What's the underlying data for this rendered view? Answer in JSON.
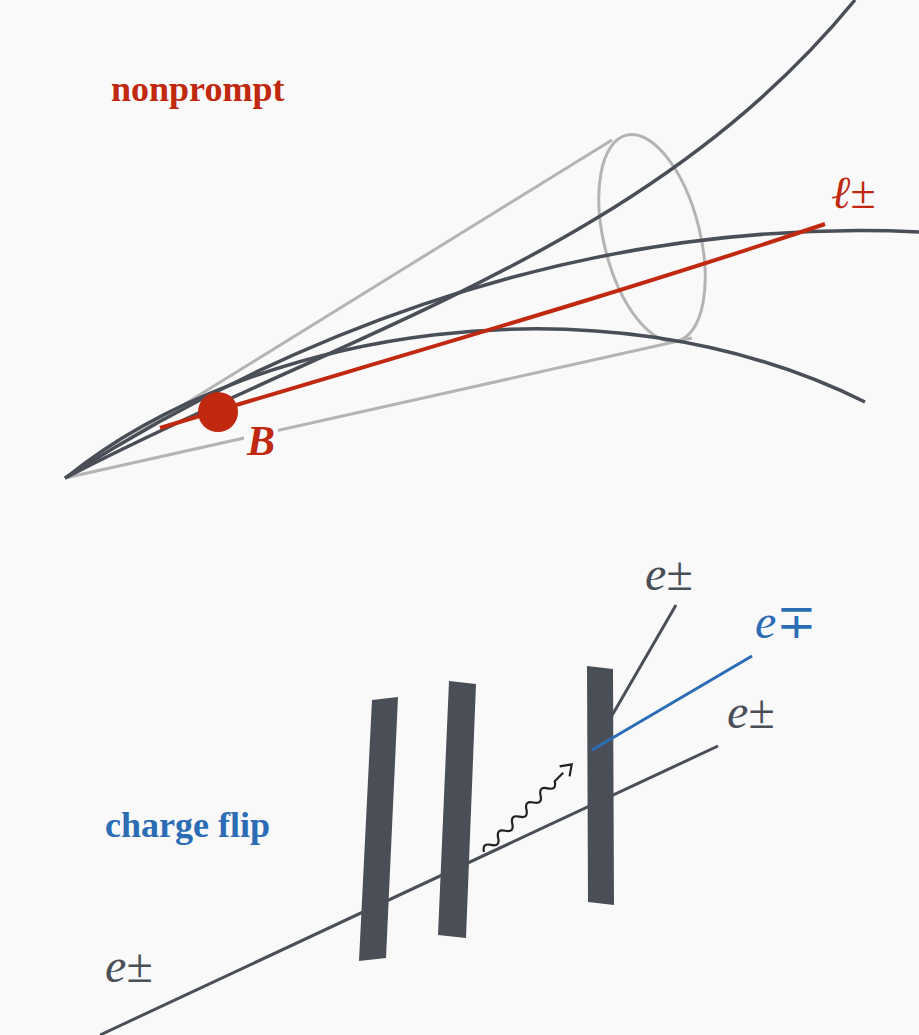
{
  "diagram": {
    "labels": [
      "nonprompt",
      "ℓ±",
      "B",
      "charge flip",
      "e±",
      "e∓",
      "e±",
      "e±"
    ]
  }
}
